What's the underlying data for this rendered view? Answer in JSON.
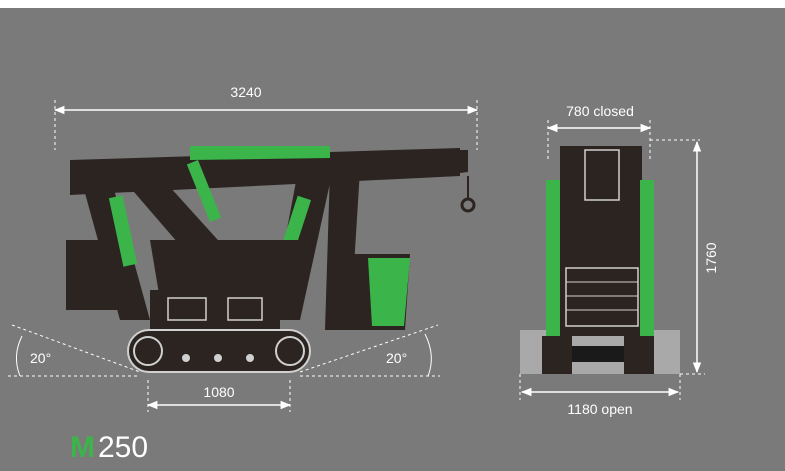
{
  "dimensions": {
    "length": "3240",
    "track_width_side": "1080",
    "left_angle": "20°",
    "right_angle": "20°",
    "width_closed": "780 closed",
    "width_open": "1180 open",
    "height": "1760"
  },
  "model": {
    "prefix": "M",
    "number": "250"
  },
  "colors": {
    "background": "#7a7a7a",
    "body": "#2b2421",
    "accent": "#3bb54a",
    "dim_line": "#ffffff"
  }
}
